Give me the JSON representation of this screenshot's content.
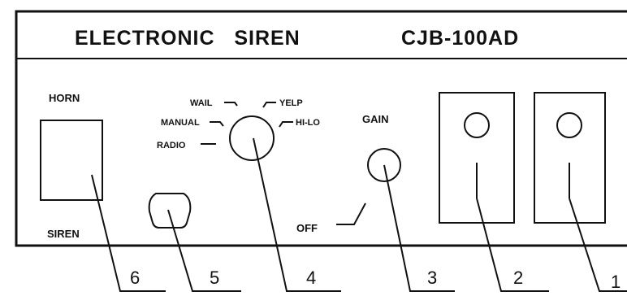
{
  "panel": {
    "title_left": "ELECTRONIC   SIREN",
    "title_right": "CJB-100AD"
  },
  "horn_switch": {
    "top_label": "HORN",
    "bottom_label": "SIREN"
  },
  "mode_selector": {
    "wail": "WAIL",
    "yelp": "YELP",
    "manual": "MANUAL",
    "hilo": "HI-LO",
    "radio": "RADIO"
  },
  "gain_knob": {
    "label": "GAIN",
    "off_label": "OFF"
  },
  "callouts": [
    "1",
    "2",
    "3",
    "4",
    "5",
    "6"
  ]
}
